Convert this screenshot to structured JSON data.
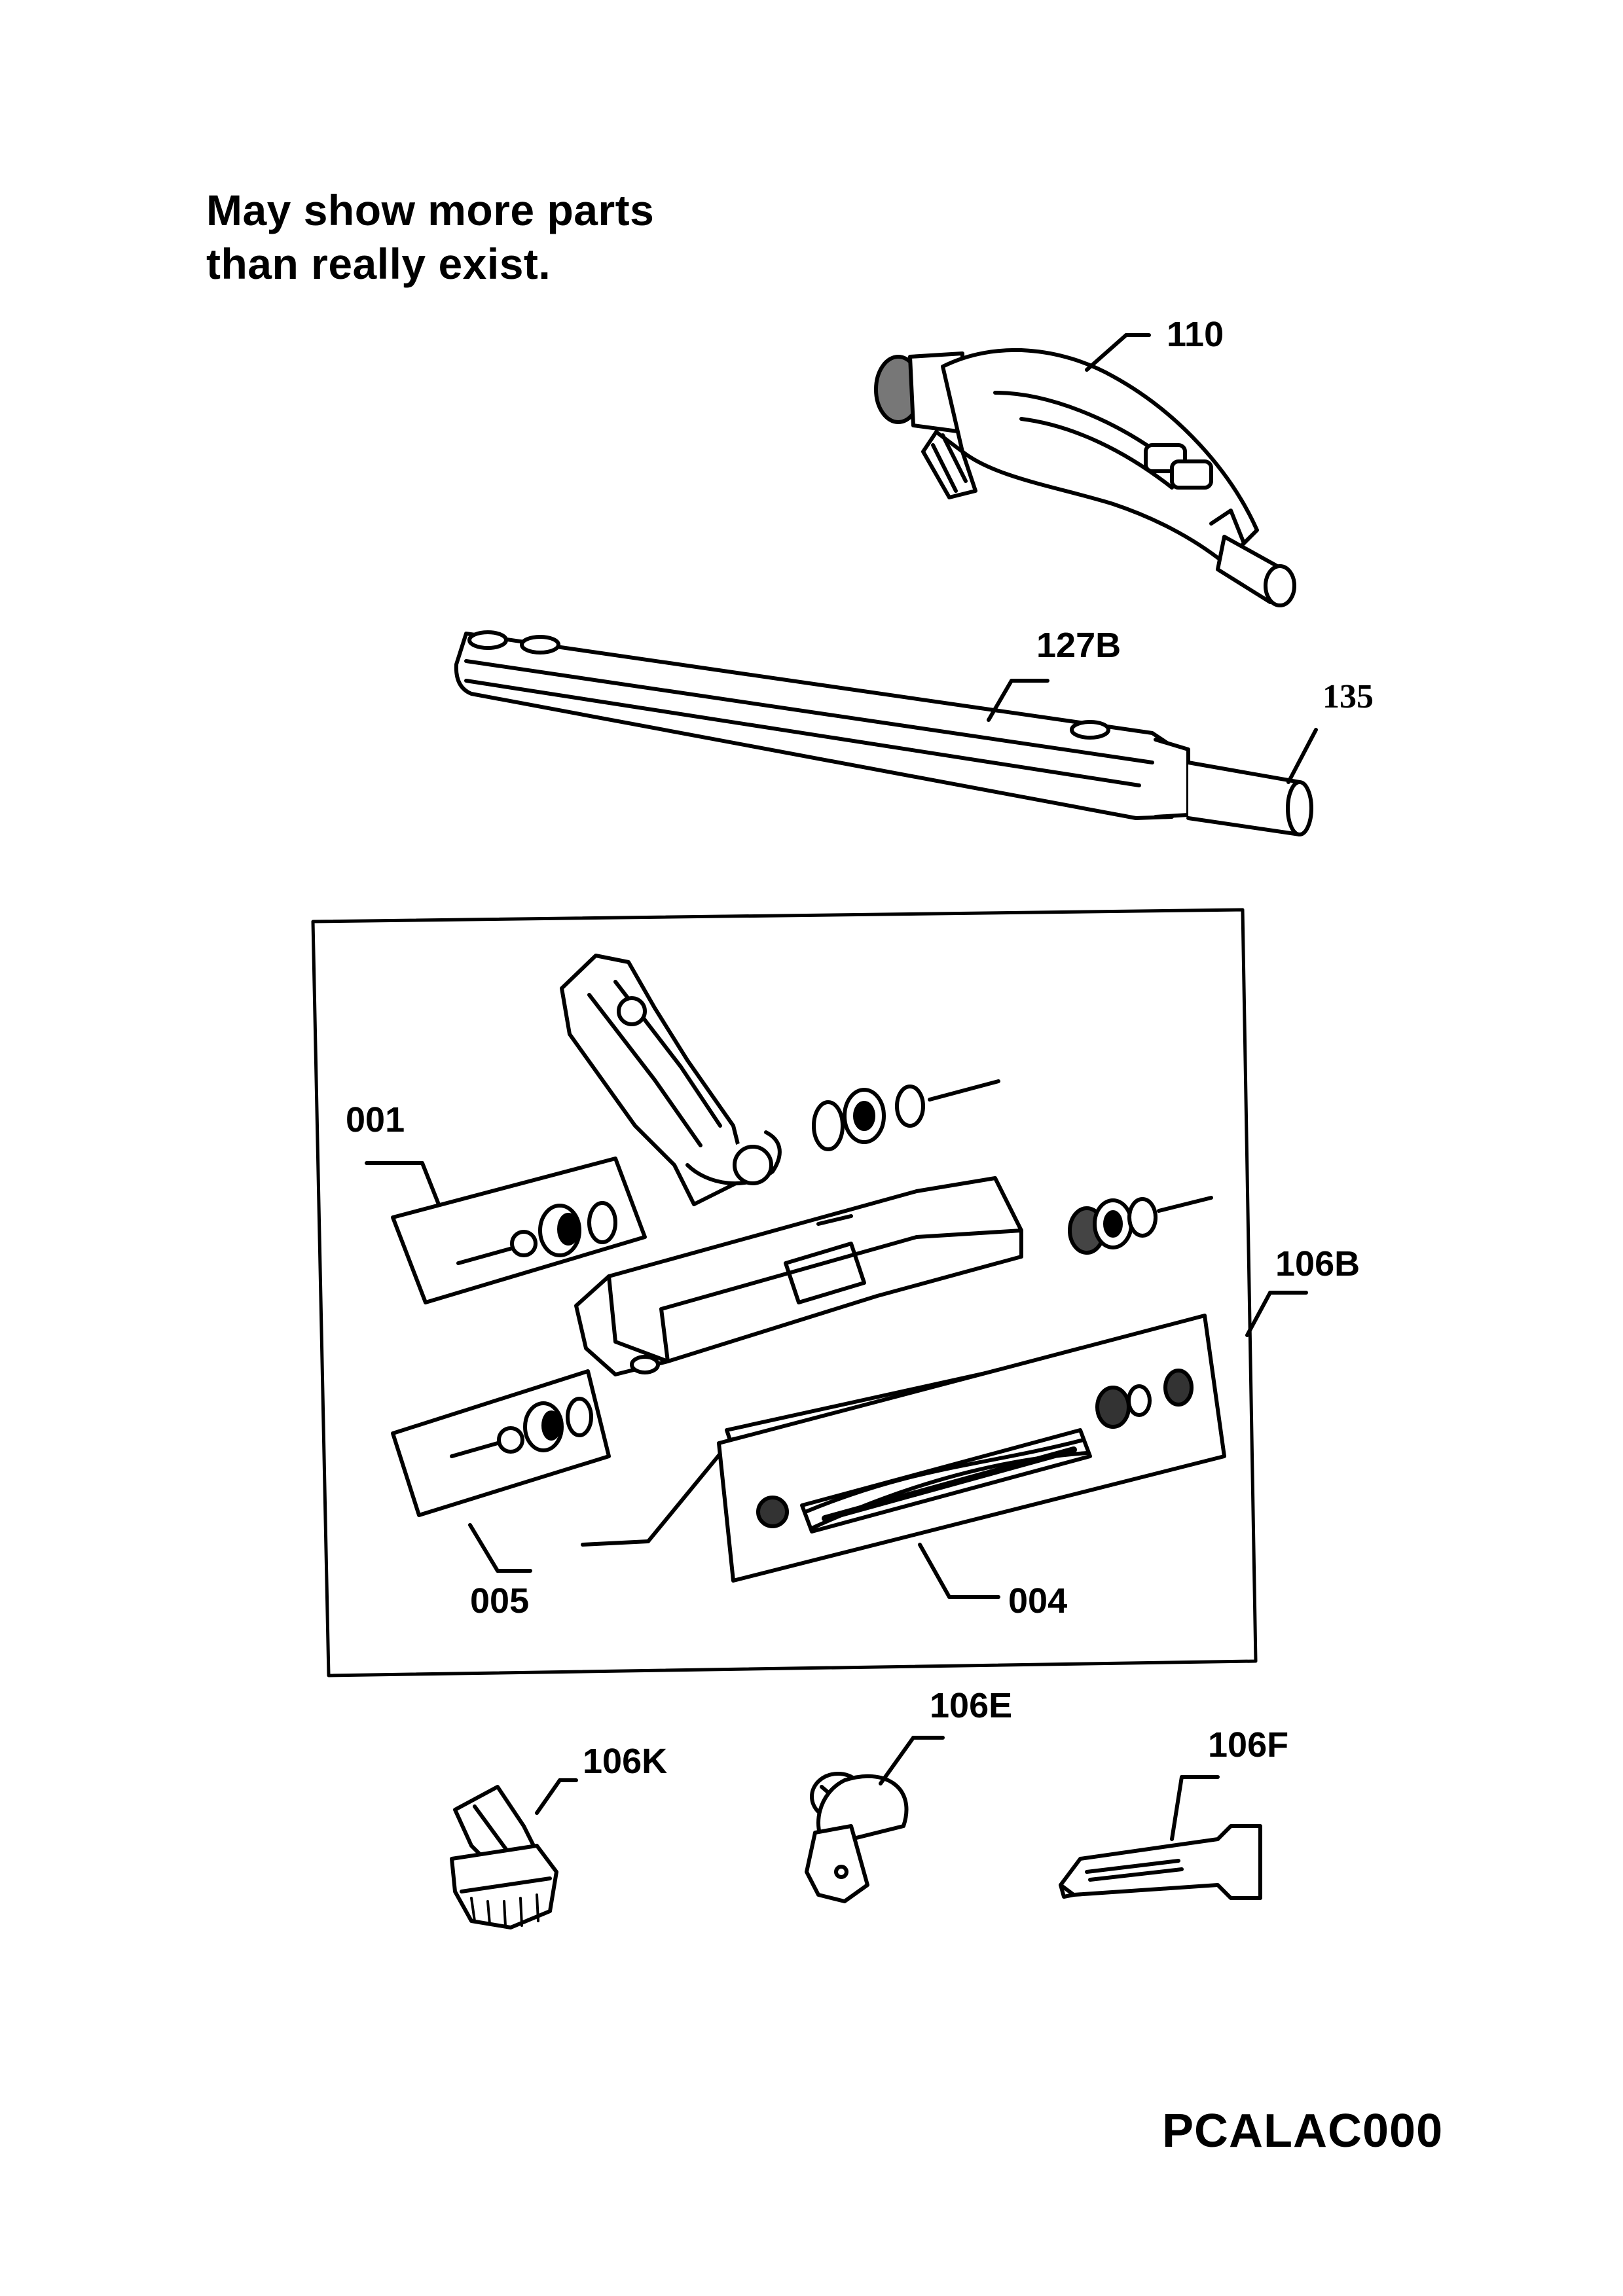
{
  "note": {
    "line1": "May show more parts",
    "line2": "than really exist."
  },
  "diagram_code": "PCALAC000",
  "callouts": {
    "handle": "110",
    "wand": "127B",
    "wand_end": "135",
    "power_nozzle_set": "106B",
    "wheel_set_front": "001",
    "wheel_set_rear": "005",
    "brush_roll": "004",
    "upholstery_brush": "106K",
    "dusting_tool": "106E",
    "crevice_tool": "106F"
  }
}
